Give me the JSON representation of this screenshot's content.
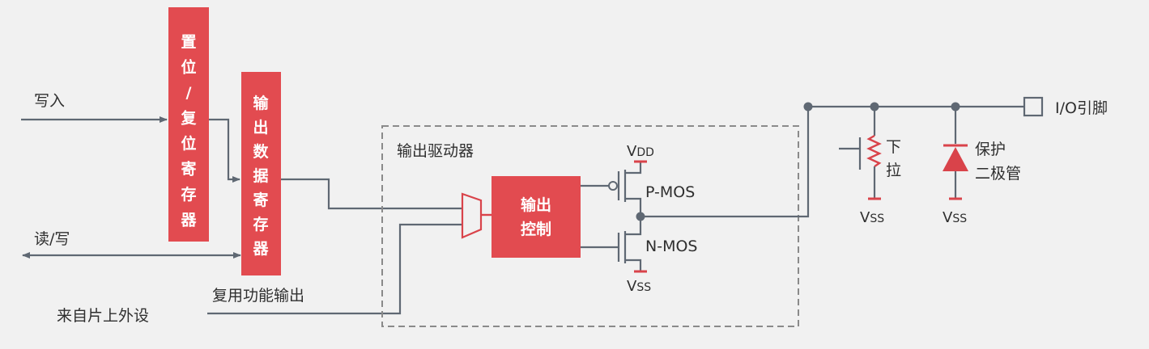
{
  "colors": {
    "accent_red": "#e24b50",
    "wire": "#5f6873",
    "background": "#f1f1f1"
  },
  "inputs": {
    "write": "写入",
    "read_write": "读/写",
    "peripheral": "来自片上外设",
    "alt_function": "复用功能输出"
  },
  "registers": {
    "set_reset": [
      "置",
      "位",
      "/",
      "复",
      "位",
      "寄",
      "存",
      "器"
    ],
    "output_data": [
      "输",
      "出",
      "数",
      "据",
      "寄",
      "存",
      "器"
    ]
  },
  "driver": {
    "title": "输出驱动器",
    "control_line1": "输出",
    "control_line2": "控制",
    "pmos": "P-MOS",
    "nmos": "N-MOS",
    "vdd_main": "V",
    "vdd_sub": "DD",
    "vss_main": "V",
    "vss_sub": "SS"
  },
  "pin_side": {
    "pull_down_1": "下",
    "pull_down_2": "拉",
    "diode_1": "保护",
    "diode_2": "二极管",
    "vss_main": "V",
    "vss_sub": "SS",
    "io_pin": "I/O引脚"
  }
}
